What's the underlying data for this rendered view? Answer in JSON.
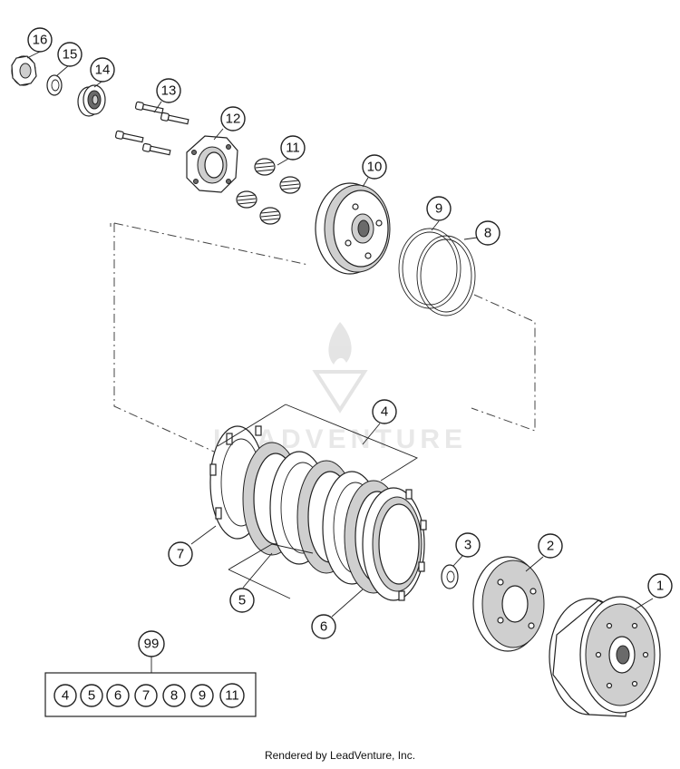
{
  "diagram": {
    "callouts": {
      "c1": "1",
      "c2": "2",
      "c3": "3",
      "c4": "4",
      "c5": "5",
      "c6": "6",
      "c7": "7",
      "c8": "8",
      "c9": "9",
      "c10": "10",
      "c11": "11",
      "c12": "12",
      "c13": "13",
      "c14": "14",
      "c15": "15",
      "c16": "16",
      "c99": "99"
    },
    "kit": {
      "label": "99",
      "items": [
        "4",
        "5",
        "6",
        "7",
        "8",
        "9",
        "11"
      ]
    }
  },
  "watermark": {
    "text": "LEADVENTURE"
  },
  "footer": {
    "text": "Rendered by LeadVenture, Inc."
  }
}
